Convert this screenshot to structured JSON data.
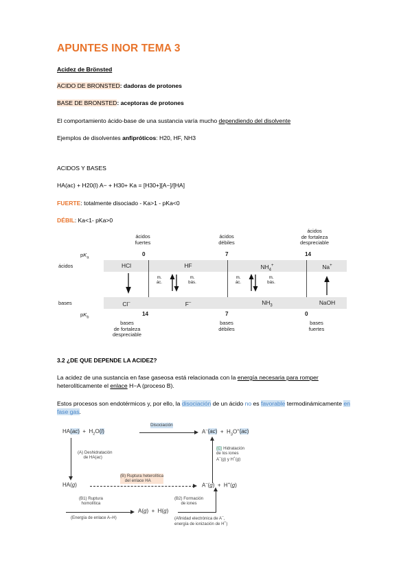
{
  "document": {
    "title": "APUNTES INOR TEMA 3",
    "section_heading": "Acidez de Brönsted",
    "lines": {
      "acid_def_label": "ACIDO DE BRONSTED",
      "acid_def_text": ": dadoras de protones",
      "base_def_label": "BASE DE BRONSTED",
      "base_def_text": ": aceptoras de protones",
      "behaviour_pre": "El comportamiento ácido-base de una sustancia varía mucho ",
      "behaviour_underlined": "dependiendo del disolvente",
      "solvents_pre": "Ejemplos de disolventes ",
      "solvents_bold": "anfipróticos",
      "solvents_post": ": H20, HF, NH3",
      "acids_bases_header": "ACIDOS Y BASES",
      "equilibrium": "HA(ac) + H20(l) A− + H30+ Ka = [H30+][A−]/[HA]",
      "strong_label": "FUERTE",
      "strong_text": ": totalmente disociado - Ka>1 - pKa<0",
      "weak_label": "DÉBIL",
      "weak_text": ": Ka<1- pKa>0"
    },
    "section2": {
      "heading": "3.2 ¿DE QUE DEPENDE LA ACIDEZ?",
      "p1_a": "La acidez de una sustancia en fase gaseosa está relacionada con la ",
      "p1_u1": "energía necesaria para romper",
      "p1_b": " heterolíticamente el ",
      "p1_u2": "enlace",
      "p1_c": " H−A (proceso B).",
      "p2_a": "Estos procesos son endotérmicos y, por ello, la ",
      "p2_hl1": "disociación",
      "p2_b": " de un ácido ",
      "p2_blue": "no",
      "p2_c": " es ",
      "p2_hl2": "favorable",
      "p2_d": " termodinámicamente ",
      "p2_hl3": "en fase gas",
      "p2_e": "."
    }
  },
  "figure_scale": {
    "headers": {
      "strong_acids": "ácidos\nfuertes",
      "weak_acids": "ácidos\ndébiles",
      "negligible_acids": "ácidos\nde fortaleza\ndespreciable"
    },
    "pka_label": "pK",
    "pka_sub": "a",
    "pkb_label": "pK",
    "pkb_sub": "b",
    "row_label_acids": "ácidos",
    "row_label_bases": "bases",
    "top_ticks": [
      "0",
      "7",
      "14"
    ],
    "bottom_ticks": [
      "14",
      "7",
      "0"
    ],
    "acids_row": [
      "HCl",
      "HF",
      "NH4+",
      "Na+"
    ],
    "bases_row": [
      "Cl−",
      "F−",
      "NH3",
      "NaOH"
    ],
    "middle_labels": [
      "m.\nác.",
      "m.\nbás.",
      "m.\nác.",
      "m.\nbás."
    ],
    "footers": {
      "negligible_bases": "bases\nde fortaleza\ndespreciable",
      "weak_bases": "bases\ndébiles",
      "strong_bases": "bases\nfuertes"
    }
  },
  "figure_cycle": {
    "top_left": "HA(ac)  +  H2O(l)",
    "top_right": "A−(ac)  +  H3O+(ac)",
    "mid_left": "HA(g)",
    "mid_right": "A−(g)  +  H+(g)",
    "bottom_mid": "A(g)  +  H(g)",
    "arrow_top_label": "Disociación",
    "label_a": "(A) Deshidratación\nde HA(ac)",
    "label_b": "(B) Ruptura heterolítica\ndel enlace HA",
    "label_c": "(C) Hidratación\nde los iones\nA−(g) y H+(g)",
    "label_b1": "(B1) Ruptura\nhomolítica",
    "label_b1_sub": "(Energía de enlace A−H)",
    "label_b2": "(B2) Formación\nde iones",
    "label_b2_sub": "(Afinidad electrónica de A−,\nenergía de ionización de H+)"
  },
  "colors": {
    "accent_orange": "#e8732a",
    "highlight_peach": "#fbe3d2",
    "highlight_blue": "#cfe2f3",
    "blue_text": "#4a86c8",
    "band_gray": "#e6e6e6"
  }
}
